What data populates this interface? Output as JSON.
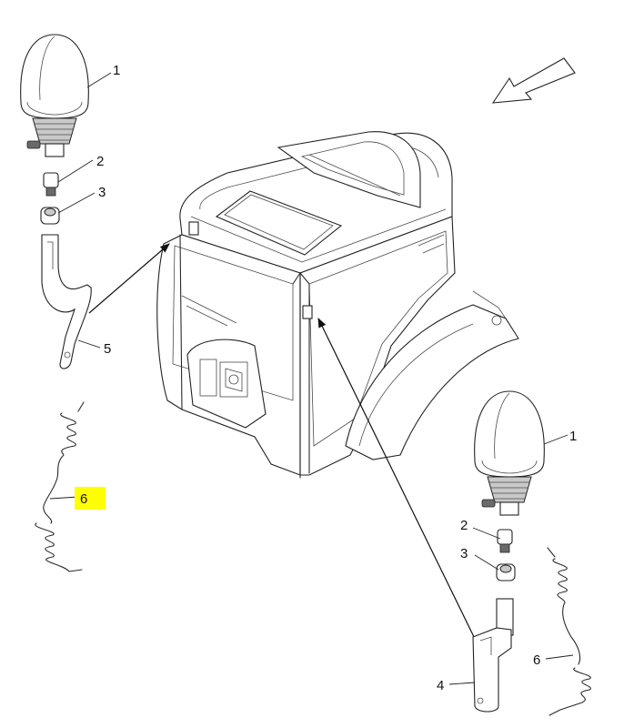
{
  "callouts": {
    "beacon_top": "1",
    "bulb_top": "2",
    "holder_top": "3",
    "bracket_left": "5",
    "cable_left": "6",
    "beacon_right": "1",
    "bulb_right": "2",
    "holder_right": "3",
    "bracket_right": "4",
    "cable_right": "6"
  },
  "highlight_color": "#ffff00",
  "icons": [
    "direction-arrow-icon"
  ]
}
